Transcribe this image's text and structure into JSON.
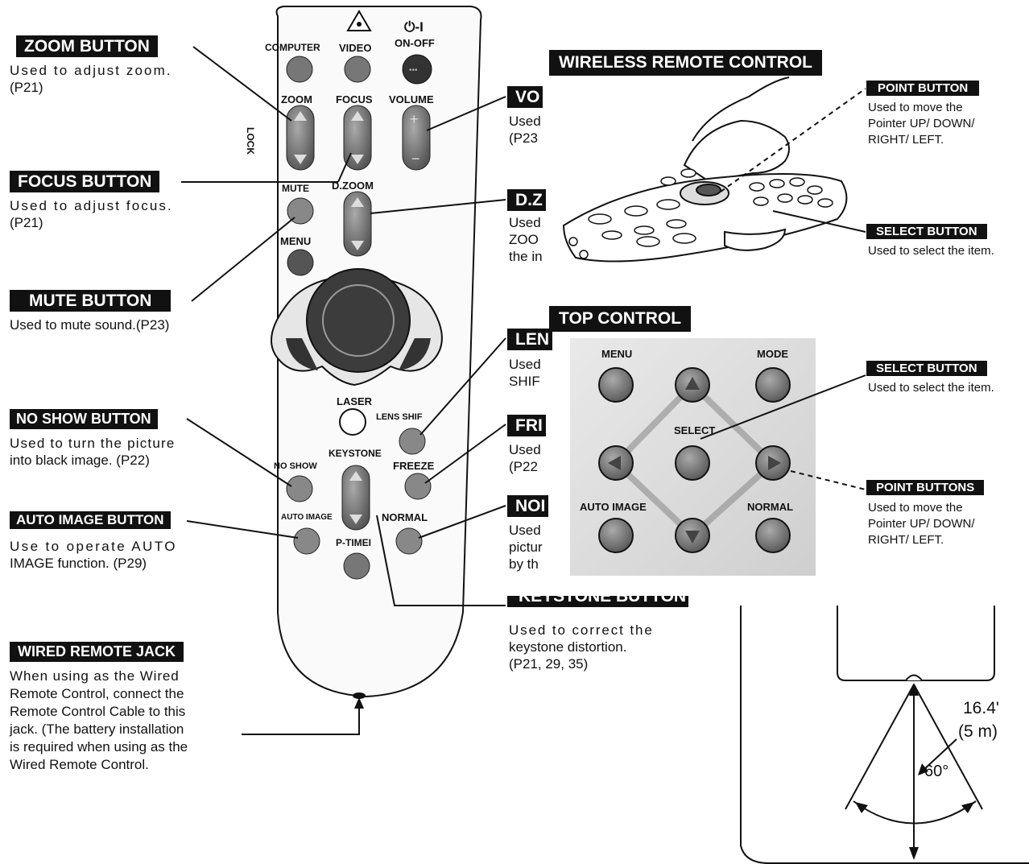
{
  "callouts": {
    "zoom": {
      "label": "ZOOM BUTTON",
      "desc": [
        "Used to adjust zoom.",
        "(P21)"
      ]
    },
    "focus": {
      "label": "FOCUS BUTTON",
      "desc": [
        "Used to adjust focus.",
        "(P21)"
      ]
    },
    "mute": {
      "label": "MUTE BUTTON",
      "desc": [
        "Used to mute sound.(P23)"
      ]
    },
    "noshow": {
      "label": "NO SHOW BUTTON",
      "desc": [
        "Used to turn the picture",
        "into black image.  (P22)"
      ]
    },
    "autoimage": {
      "label": "AUTO IMAGE BUTTON",
      "desc": [
        "Use to operate AUTO",
        "IMAGE function.  (P29)"
      ]
    },
    "wiredjack": {
      "label": "WIRED REMOTE JACK",
      "desc": [
        "When using as the Wired",
        "Remote Control, connect the",
        "Remote Control Cable  to this",
        "jack.  (The battery installation",
        "is required when using as the",
        "Wired Remote Control."
      ]
    },
    "volume": {
      "label": "VO",
      "desc": [
        "Used",
        "(P23"
      ]
    },
    "dzoom": {
      "label": "D.Z",
      "desc": [
        "Used",
        "ZOO",
        "the in"
      ]
    },
    "lens": {
      "label": "LEN",
      "desc": [
        "Used",
        "SHIF"
      ]
    },
    "freeze": {
      "label": "FRI",
      "desc": [
        "Used",
        "(P22"
      ]
    },
    "normal": {
      "label": "NOI",
      "desc": [
        "Used",
        "pictur",
        "by th"
      ]
    },
    "keystone": {
      "label": "KEYSTONE BUTTON",
      "desc": [
        "Used to correct the",
        "keystone distortion.",
        "(P21, 29, 35)"
      ]
    }
  },
  "remote": {
    "computer": "COMPUTER",
    "video": "VIDEO",
    "onoff_symbol": "⏻-I",
    "onoff": "ON-OFF",
    "zoom": "ZOOM",
    "focus": "FOCUS",
    "volume": "VOLUME",
    "lock": "LOCK",
    "mute": "MUTE",
    "dzoom": "D.ZOOM",
    "menu": "MENU",
    "laser": "LASER",
    "lensshift": "LENS SHIF",
    "keystone": "KEYSTONE",
    "noshow": "NO SHOW",
    "freeze": "FREEZE",
    "autoimage": "AUTO IMAGE",
    "normal": "NORMAL",
    "ptimer": "P-TIMEI"
  },
  "wireless": {
    "title": "WIRELESS REMOTE CONTROL",
    "point": {
      "label": "POINT BUTTON",
      "desc": [
        "Used to move the",
        "Pointer UP/ DOWN/",
        "RIGHT/ LEFT."
      ]
    },
    "select": {
      "label": "SELECT BUTTON",
      "desc": [
        "Used to select the item."
      ]
    }
  },
  "top": {
    "title": "TOP CONTROL",
    "menu": "MENU",
    "mode": "MODE",
    "select": "SELECT",
    "autoimage": "AUTO IMAGE",
    "normal": "NORMAL",
    "selectcallout": {
      "label": "SELECT BUTTON",
      "desc": [
        "Used to select the item."
      ]
    },
    "pointcallout": {
      "label": "POINT BUTTONS",
      "desc": [
        "Used to move the",
        "Pointer UP/ DOWN/",
        "RIGHT/ LEFT."
      ]
    }
  },
  "range": {
    "distance": "16.4'",
    "distance_m": "(5 m)",
    "angle": "60°"
  }
}
